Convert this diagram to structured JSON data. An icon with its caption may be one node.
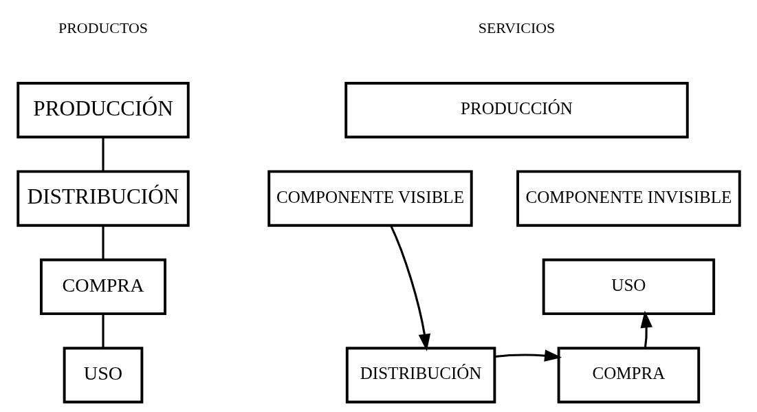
{
  "diagram": {
    "nodes": [
      {
        "text": [
          "PRODUCCIÓN"
        ]
      },
      {
        "text": [
          "DISTRIBUCIÓN"
        ]
      },
      {
        "text": [
          "COMPRA"
        ]
      },
      {
        "text": [
          "USO"
        ]
      },
      {
        "text": [
          "PRODUCCIÓN"
        ]
      },
      {
        "text": [
          "COMPONENTE INVISIBLE"
        ]
      },
      {
        "text": [
          "COMPONENTE VISIBLE"
        ]
      },
      {
        "text": [
          "USO"
        ]
      },
      {
        "text": [
          "COMPRA"
        ]
      },
      {
        "text": [
          "DISTRIBUCIÓN"
        ]
      }
    ],
    "edges": [
      {
        "from": 0,
        "to": 1,
        "arrow": "none"
      },
      {
        "from": 1,
        "to": 2,
        "arrow": "none"
      },
      {
        "from": 2,
        "to": 3,
        "arrow": "none"
      },
      {
        "from": 6,
        "to": 9,
        "arrow": "to"
      },
      {
        "from": 9,
        "to": 8,
        "arrow": "to"
      },
      {
        "from": 8,
        "to": 7,
        "arrow": "to"
      }
    ],
    "labels": [
      "PRODUCTOS",
      "SERVICIOS"
    ]
  }
}
